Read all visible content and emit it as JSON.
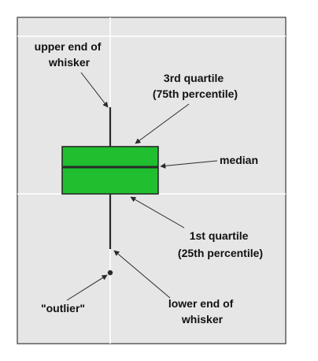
{
  "colors": {
    "panel_background": "#e6e6e6",
    "gridline": "#ffffff",
    "panel_border": "#3a3a3a",
    "box_fill": "#1fbf2f",
    "line": "#2a2a2a"
  },
  "annotations": {
    "upper_whisker": [
      "upper end of",
      "whisker"
    ],
    "third_quartile": [
      "3rd quartile",
      "(75th percentile)"
    ],
    "median": [
      "median"
    ],
    "first_quartile": [
      "1st quartile",
      "(25th percentile)"
    ],
    "outlier": [
      "\"outlier\""
    ],
    "lower_whisker": [
      "lower end of",
      "whisker"
    ]
  }
}
